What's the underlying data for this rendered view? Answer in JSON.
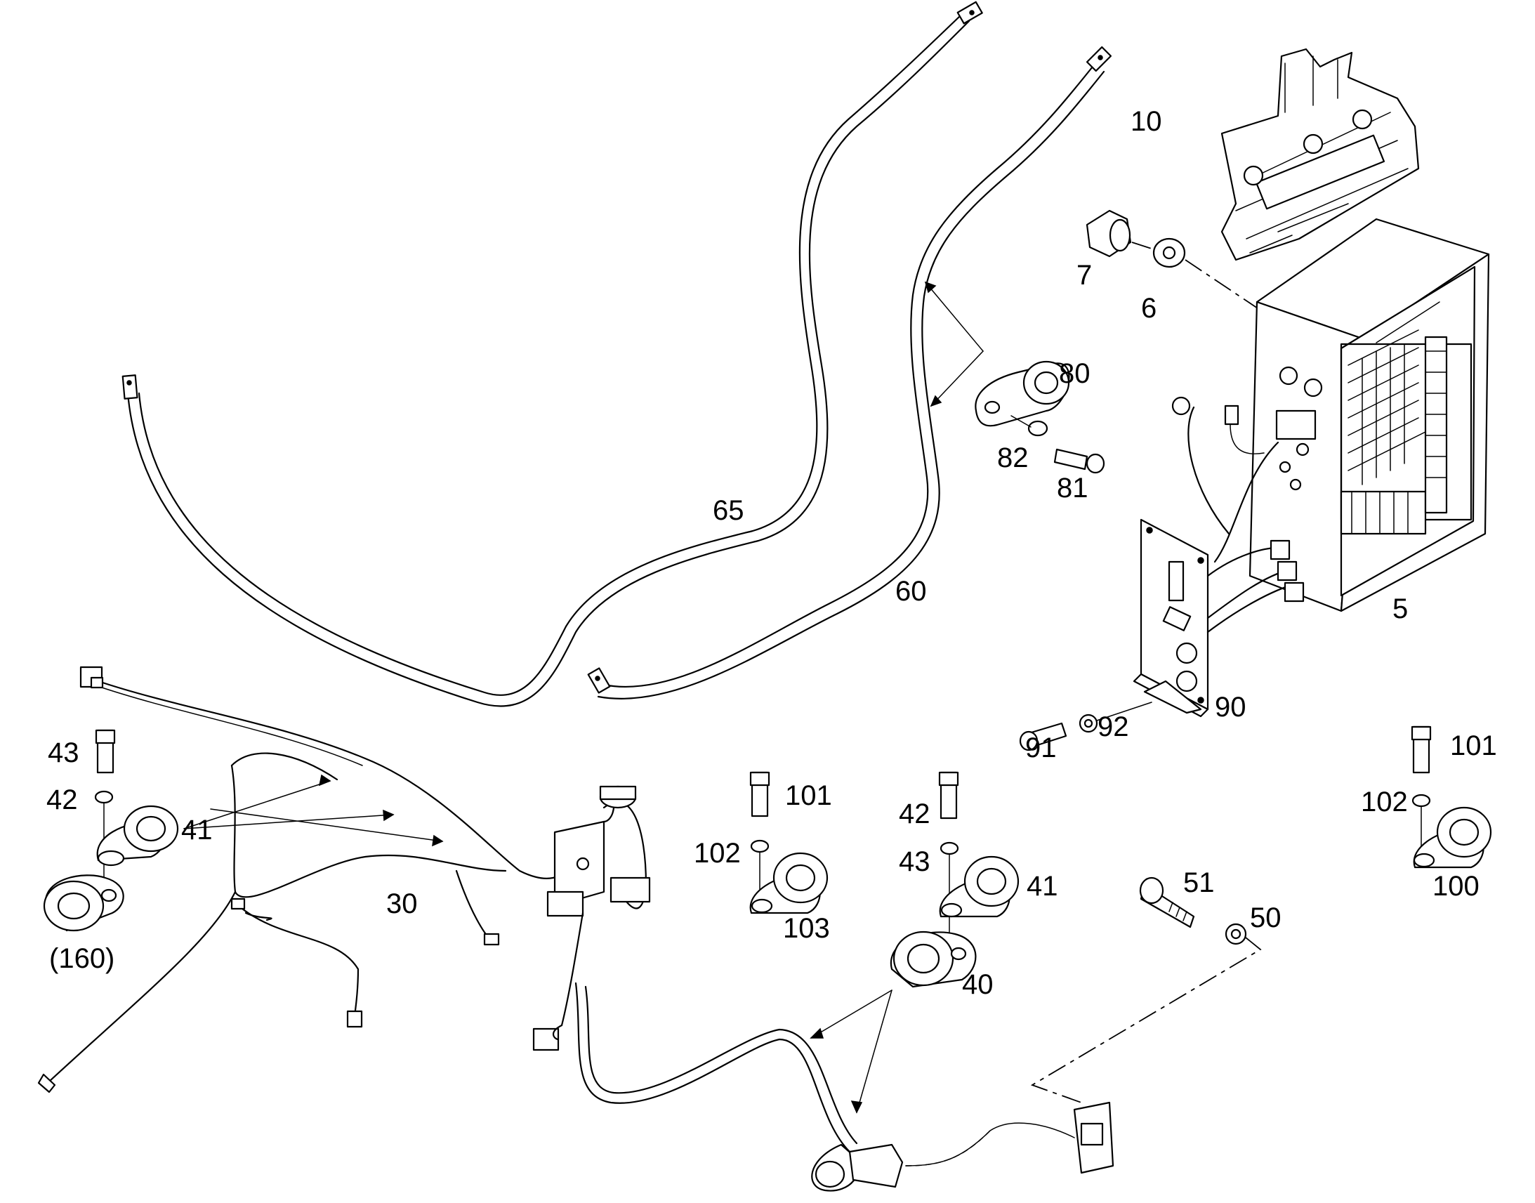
{
  "diagram": {
    "callouts": [
      "5",
      "6",
      "7",
      "10",
      "30",
      "40",
      "41",
      "41",
      "42",
      "42",
      "43",
      "43",
      "50",
      "51",
      "60",
      "65",
      "80",
      "81",
      "82",
      "90",
      "91",
      "92",
      "100",
      "101",
      "101",
      "102",
      "102",
      "103",
      "(160)"
    ]
  }
}
